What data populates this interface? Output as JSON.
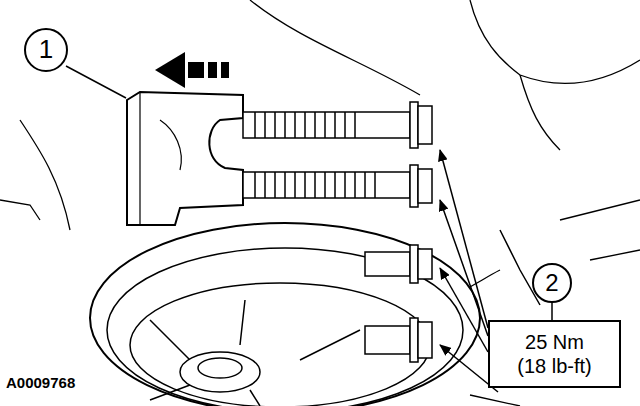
{
  "diagram": {
    "nodes": [
      {
        "text": [
          "1"
        ]
      },
      {
        "text": [
          "2"
        ]
      },
      {
        "text": [
          "25 Nm",
          "(18 lb-ft)"
        ]
      }
    ],
    "edges": [
      {
        "from": 1,
        "to": 2,
        "arrow": "none"
      }
    ],
    "labels": [
      "A0009768"
    ]
  }
}
